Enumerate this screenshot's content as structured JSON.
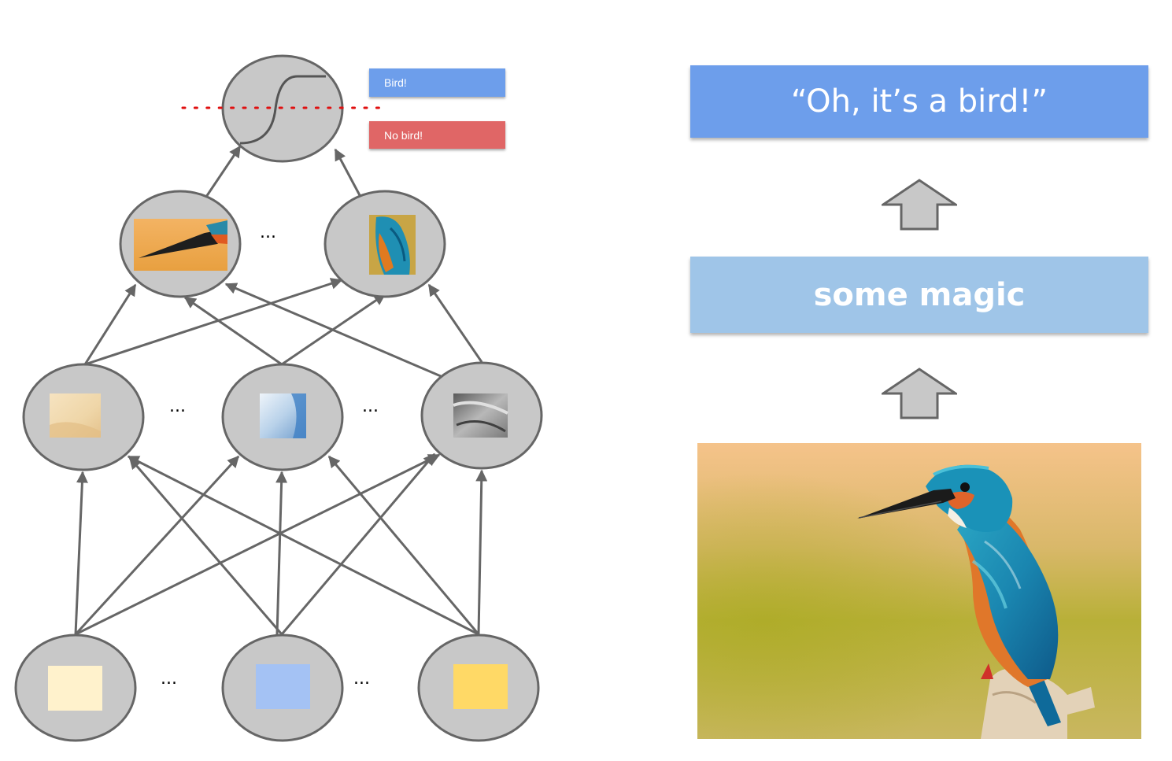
{
  "network": {
    "ellipsis": "...",
    "output_labels": {
      "positive": "Bird!",
      "negative": "No bird!"
    }
  },
  "pipeline": {
    "result_text": "“Oh, it’s a bird!”",
    "middle_text": "some magic"
  },
  "icons": {
    "arrow": "up-arrow-icon",
    "threshold": "sigmoid-curve-icon"
  },
  "colors": {
    "node_fill": "#c8c8c8",
    "node_stroke": "#666666",
    "edge": "#666666",
    "threshold_line": "#e01010",
    "bird_label": "#6d9eeb",
    "no_bird_label": "#e06666",
    "banner_top": "#6d9eeb",
    "banner_mid": "#9fc5e8",
    "input_1": "#fff2cc",
    "input_2": "#a4c2f4",
    "input_3": "#ffd966"
  }
}
